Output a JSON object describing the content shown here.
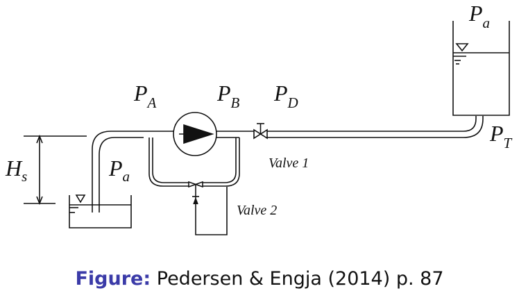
{
  "diagram": {
    "labels": {
      "pressure_a_symbol": "P",
      "pressure_a_sub": "A",
      "pressure_b_symbol": "P",
      "pressure_b_sub": "B",
      "pressure_d_symbol": "P",
      "pressure_d_sub": "D",
      "pressure_t_symbol": "P",
      "pressure_t_sub": "T",
      "atm_left_symbol": "P",
      "atm_left_sub": "a",
      "atm_right_symbol": "P",
      "atm_right_sub": "a",
      "suction_head_symbol": "H",
      "suction_head_sub": "s",
      "valve1": "Valve 1",
      "valve2": "Valve 2"
    }
  },
  "caption": {
    "lead": "Figure:",
    "text": " Pedersen & Engja (2014) p. 87"
  },
  "colors": {
    "caption_lead": "#3b3ba8",
    "line": "#111111"
  }
}
